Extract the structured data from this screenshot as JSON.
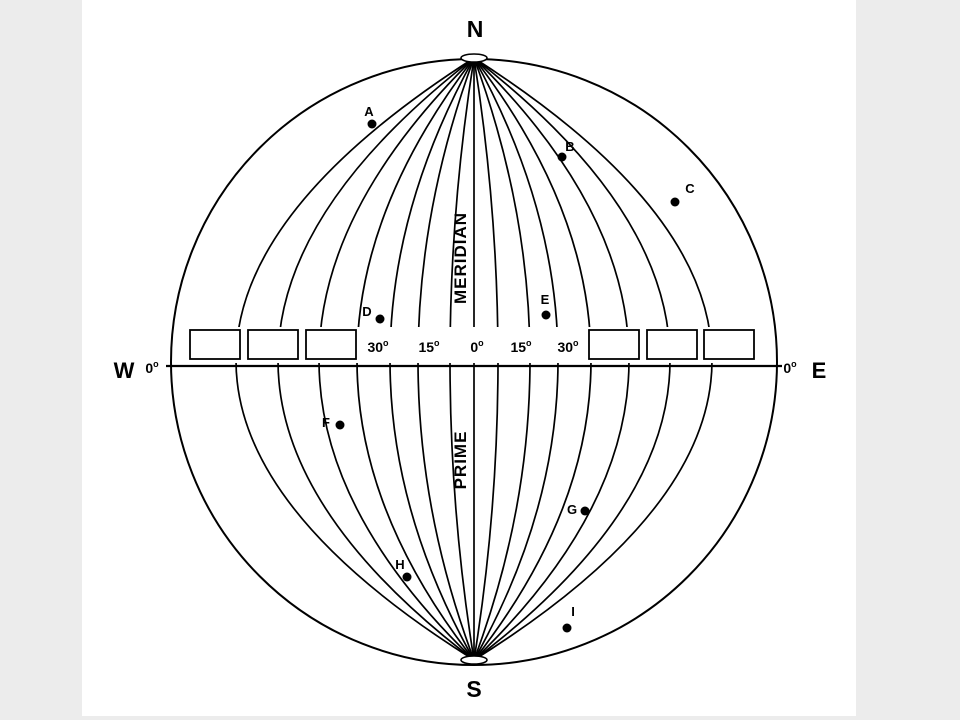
{
  "compass": {
    "north": "N",
    "south": "S",
    "west": "W",
    "east": "E"
  },
  "degree_symbol": "o",
  "edge_labels": {
    "west": "0",
    "east": "0"
  },
  "scale_labels": [
    "30",
    "15",
    "0",
    "15",
    "30"
  ],
  "meridian_words": {
    "upper": "MERIDIAN",
    "lower": "PRIME"
  },
  "points": [
    {
      "label": "A"
    },
    {
      "label": "B"
    },
    {
      "label": "C"
    },
    {
      "label": "D"
    },
    {
      "label": "E"
    },
    {
      "label": "F"
    },
    {
      "label": "G"
    },
    {
      "label": "H"
    },
    {
      "label": "I"
    }
  ],
  "answer_boxes": {
    "west_count": 3,
    "east_count": 3
  },
  "colors": {
    "ink": "#000000",
    "paper": "#ffffff",
    "background": "#ececec"
  }
}
